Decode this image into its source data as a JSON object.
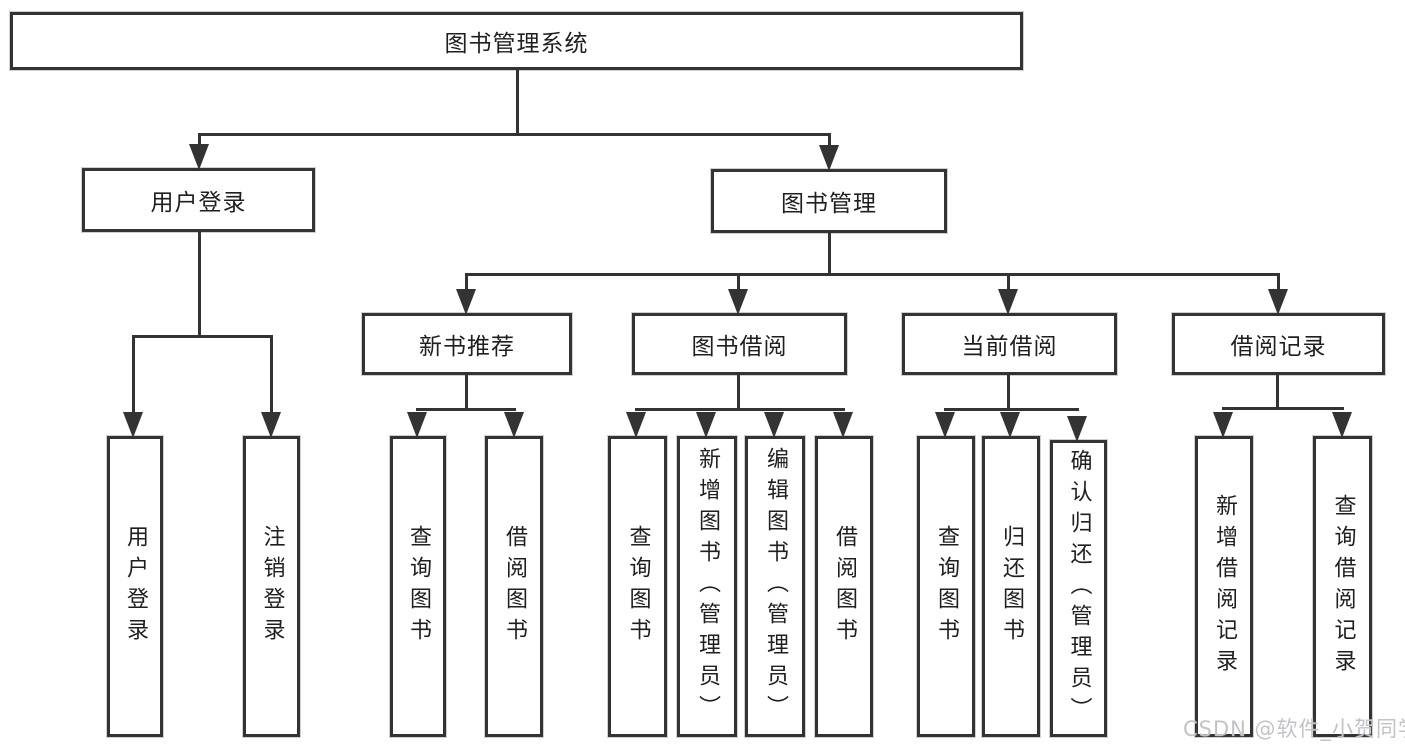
{
  "diagram": {
    "type": "hierarchy",
    "tree": {
      "label": "图书管理系统",
      "children": [
        {
          "label": "用户登录",
          "children": [
            {
              "label": "用户登录"
            },
            {
              "label": "注销登录"
            }
          ]
        },
        {
          "label": "图书管理",
          "children": [
            {
              "label": "新书推荐",
              "children": [
                {
                  "label": "查询图书"
                },
                {
                  "label": "借阅图书"
                }
              ]
            },
            {
              "label": "图书借阅",
              "children": [
                {
                  "label": "查询图书"
                },
                {
                  "label": "新增图书（管理员）"
                },
                {
                  "label": "编辑图书（管理员）"
                },
                {
                  "label": "借阅图书"
                }
              ]
            },
            {
              "label": "当前借阅",
              "children": [
                {
                  "label": "查询图书"
                },
                {
                  "label": "归还图书"
                },
                {
                  "label": "确认归还（管理员）"
                }
              ]
            },
            {
              "label": "借阅记录",
              "children": [
                {
                  "label": "新增借阅记录"
                },
                {
                  "label": "查询借阅记录"
                }
              ]
            }
          ]
        }
      ]
    },
    "colors": {
      "line": "#333333",
      "text": "#1f1f1f",
      "background": "#ffffff",
      "watermark": "#c3c2c6"
    }
  },
  "watermark": {
    "text": "CSDN @软件_小贺同学"
  }
}
